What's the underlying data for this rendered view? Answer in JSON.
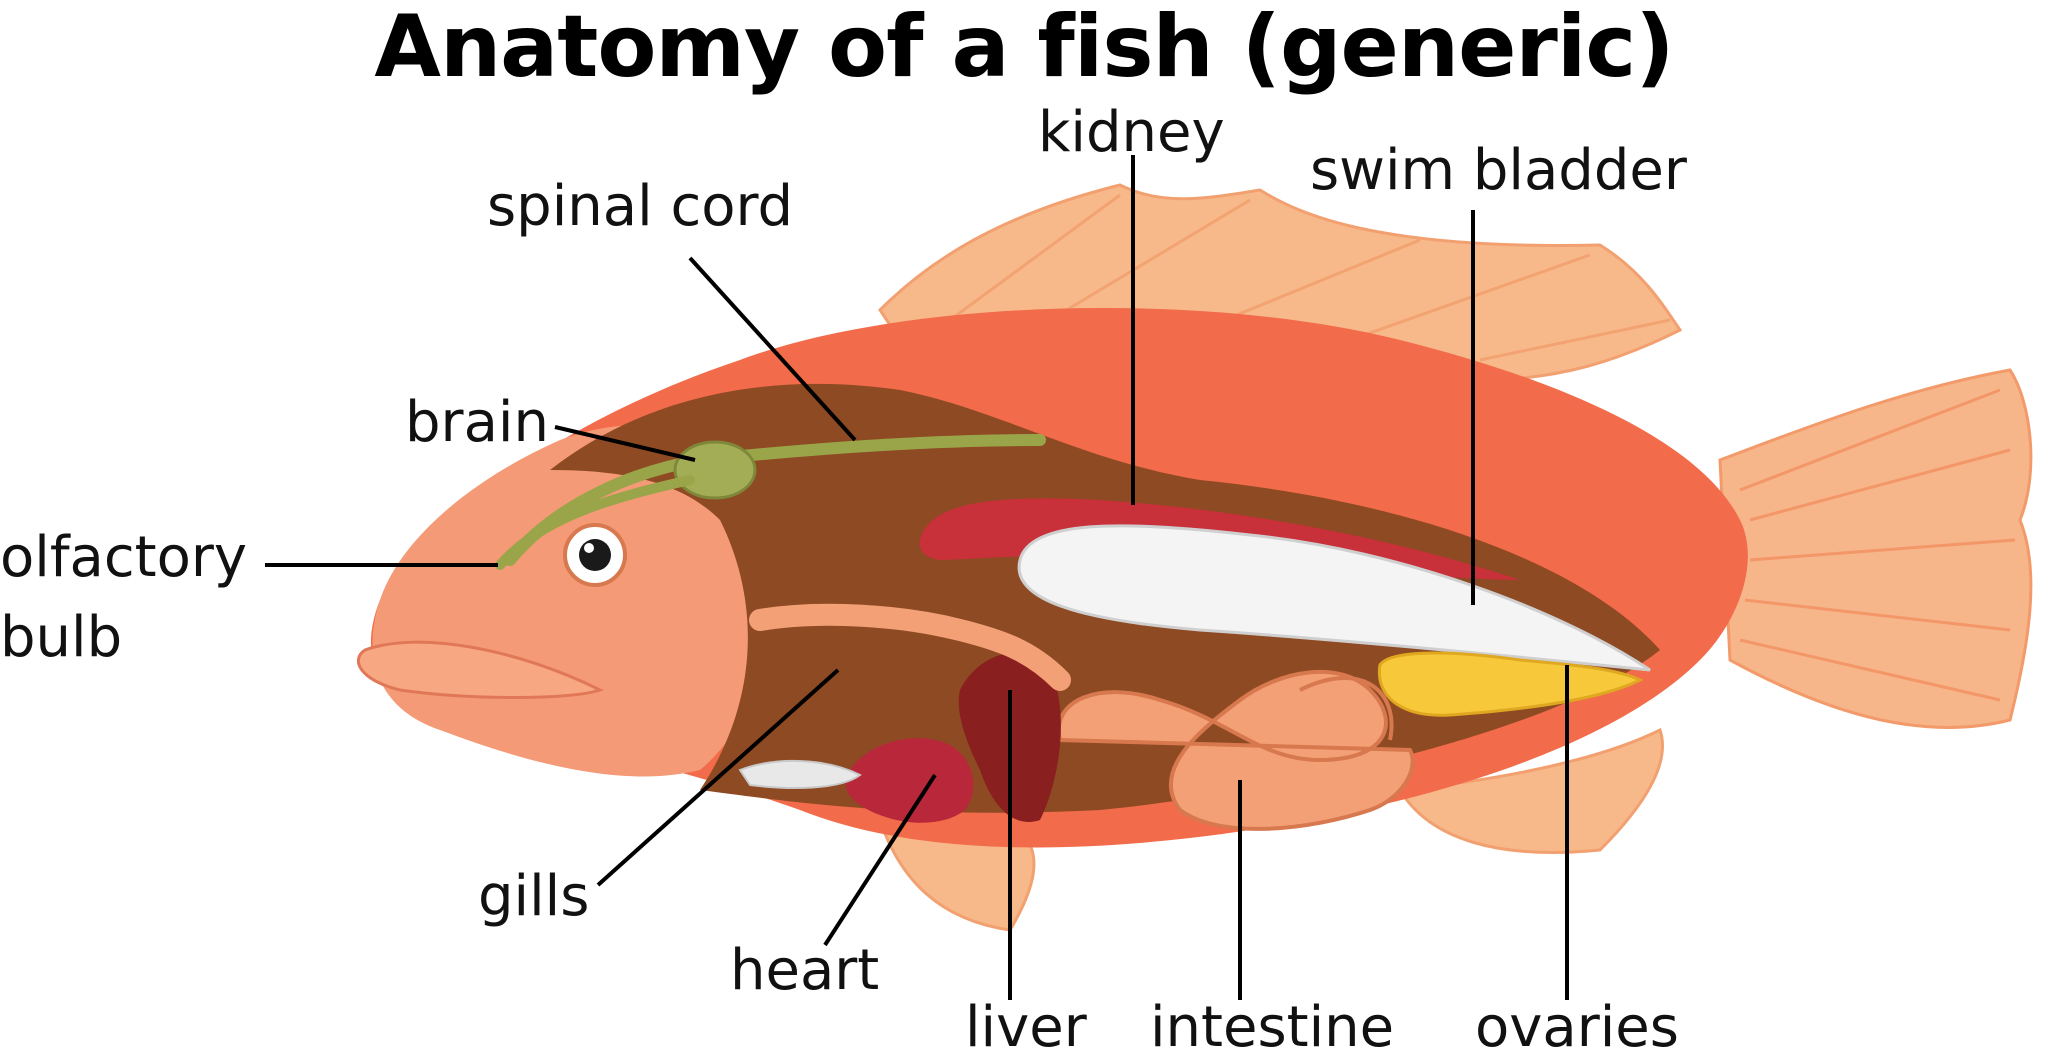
{
  "title": "Anatomy of a fish (generic)",
  "labels": {
    "olfactory_line1": "olfactory",
    "olfactory_line2": "bulb",
    "brain": "brain",
    "spinal_cord": "spinal cord",
    "kidney": "kidney",
    "swim_bladder": "swim bladder",
    "gills": "gills",
    "heart": "heart",
    "liver": "liver",
    "intestine": "intestine",
    "ovaries": "ovaries"
  },
  "colors": {
    "body": "#f26b4a",
    "fin": "#f7b98a",
    "head": "#f59a76",
    "cavity": "#8e4a22",
    "spinal": "#9aa54a",
    "kidney": "#c8303a",
    "swim_bladder": "#f2f2f2",
    "liver": "#8a1f1f",
    "heart": "#b8283a",
    "gills": "#e8e8e8",
    "intestine": "#f3a077",
    "ovaries": "#f6c83a"
  }
}
